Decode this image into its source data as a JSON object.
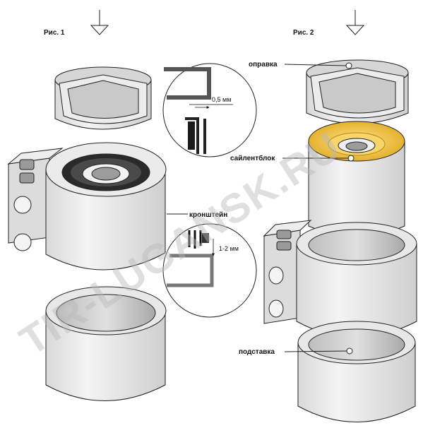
{
  "figure1": {
    "label": "Рис. 1"
  },
  "figure2": {
    "label": "Рис. 2"
  },
  "labels": {
    "mandrel": "оправка",
    "silentblock": "сайлентблок",
    "bracket": "кронштейн",
    "support": "подставка"
  },
  "detail_top": {
    "dimension": "0,5 мм"
  },
  "detail_bottom": {
    "dimension": "1-2 мм"
  },
  "watermark": "TIR-LUGANSK.RU",
  "colors": {
    "metal": "#e6e6e6",
    "metal_dark": "#bdbdbd",
    "outline": "#222222",
    "rubber": "#1e1e1e",
    "polyurethane": "#f2c12e",
    "polyurethane_dark": "#d9a21a"
  }
}
